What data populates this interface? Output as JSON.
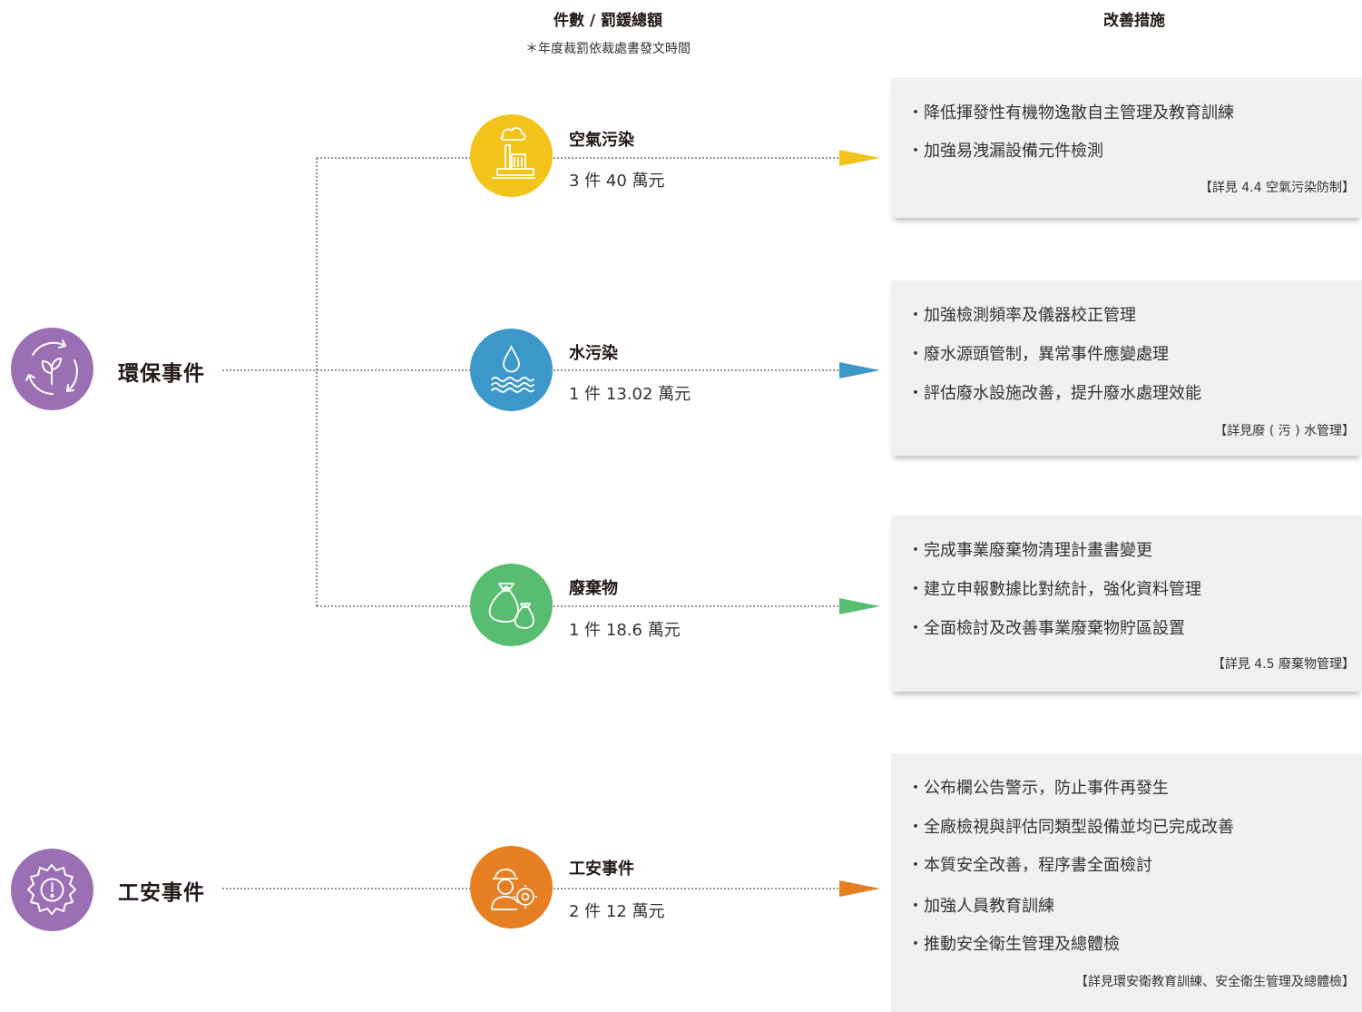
{
  "headers": {
    "count_fine": "件數 / 罰鍰總額",
    "note": "＊年度裁罰依裁處書發文時間",
    "measures": "改善措施"
  },
  "categories": [
    {
      "label": "環保事件",
      "icon": "recycle-leaf-icon"
    },
    {
      "label": "工安事件",
      "icon": "gear-warning-icon"
    }
  ],
  "items": [
    {
      "title": "空氣污染",
      "value": "3 件 40 萬元",
      "icon": "factory-icon",
      "color": "#f2c318"
    },
    {
      "title": "水污染",
      "value": "1 件 13.02 萬元",
      "icon": "water-drop-icon",
      "color": "#3d98c9"
    },
    {
      "title": "廢棄物",
      "value": "1 件 18.6 萬元",
      "icon": "waste-bag-icon",
      "color": "#58bd70"
    },
    {
      "title": "工安事件",
      "value": "2 件 12 萬元",
      "icon": "worker-icon",
      "color": "#e67e22"
    }
  ],
  "category_color": "#9b6fb4",
  "measures": [
    {
      "bullets": [
        "・降低揮發性有機物逸散自主管理及教育訓練",
        "・加強易洩漏設備元件檢測"
      ],
      "ref": "【詳見 4.4 空氣污染防制】"
    },
    {
      "bullets": [
        "・加強檢測頻率及儀器校正管理",
        "・廢水源頭管制，異常事件應變處理",
        "・評估廢水設施改善，提升廢水處理效能"
      ],
      "ref": "【詳見廢 ( 污 ) 水管理】"
    },
    {
      "bullets": [
        "・完成事業廢棄物清理計畫書變更",
        "・建立申報數據比對統計，強化資料管理",
        "・全面檢討及改善事業廢棄物貯區設置"
      ],
      "ref": "【詳見 4.5 廢棄物管理】"
    },
    {
      "bullets": [
        "・公布欄公告警示，防止事件再發生",
        "・全廠檢視與評估同類型設備並均已完成改善",
        "・本質安全改善，程序書全面檢討",
        "・加強人員教育訓練",
        "・推動安全衛生管理及總體檢"
      ],
      "ref": "【詳見環安衛教育訓練、安全衛生管理及總體檢】"
    }
  ]
}
